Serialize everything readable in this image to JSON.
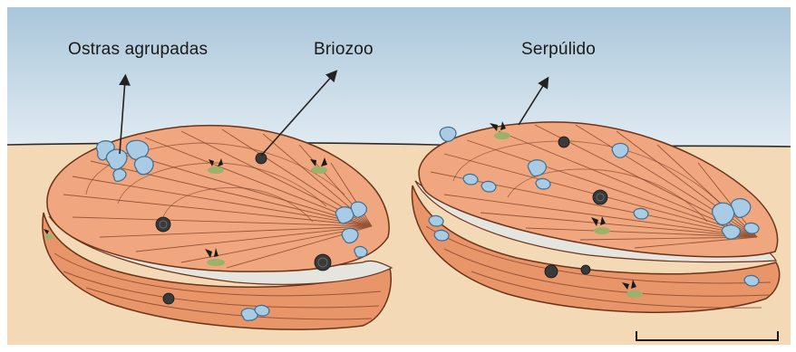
{
  "labels": {
    "oysters": "Ostras agrupadas",
    "bryozoan": "Briozoo",
    "serpulid": "Serpúlido"
  },
  "colors": {
    "sky_top": "#a9c6da",
    "sky_bottom": "#dfeaf2",
    "sand": "#f3d9b6",
    "shell": "#e8956a",
    "shell_light": "#f0a77f",
    "shell_lines": "#7a3b20",
    "shell_gap": "#e6e4de",
    "oyster": "#a9cbe3",
    "bryozoan": "#3a3a3a",
    "serpulid_tube": "#9bb26a",
    "serpulid_crown": "#1b1b1b"
  },
  "icons": [
    "oyster-cluster-icon",
    "bryozoan-colony-icon",
    "serpulid-worm-icon",
    "scale-bar"
  ]
}
